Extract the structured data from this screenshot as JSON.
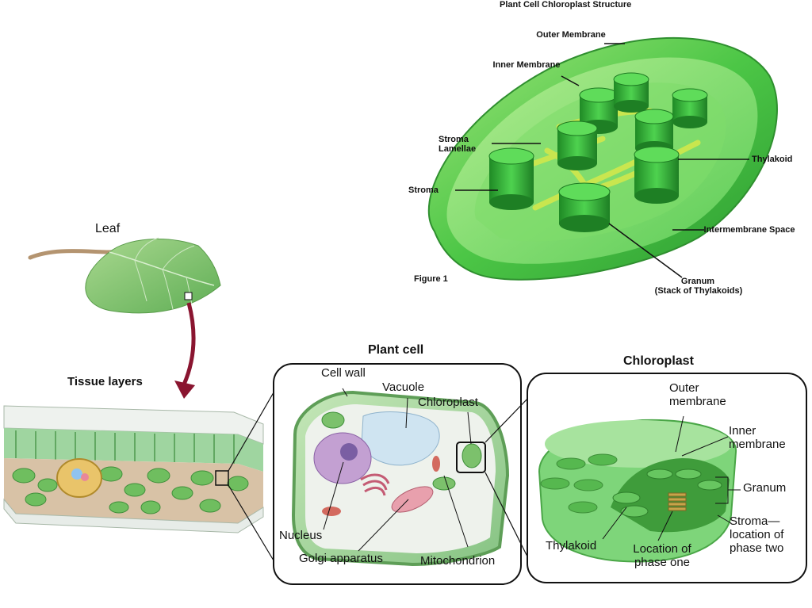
{
  "top_figure": {
    "title": "Plant Cell Chloroplast Structure",
    "figure_label": "Figure 1",
    "labels": {
      "outer_membrane": "Outer Membrane",
      "inner_membrane": "Inner Membrane",
      "stroma_lamellae": "Stroma Lamellae",
      "stroma": "Stroma",
      "thylakoid": "Thylakoid",
      "intermembrane_space": "Intermembrane Space",
      "granum": "Granum",
      "granum_note": "(Stack of Thylakoids)"
    }
  },
  "leaf_panel": {
    "leaf_label": "Leaf",
    "tissue_label": "Tissue layers"
  },
  "cell_panel": {
    "title": "Plant cell",
    "labels": {
      "cell_wall": "Cell wall",
      "vacuole": "Vacuole",
      "chloroplast": "Chloroplast",
      "nucleus": "Nucleus",
      "golgi": "Golgi apparatus",
      "mitochondrion": "Mitochondrion"
    }
  },
  "chloro_panel": {
    "title": "Chloroplast",
    "labels": {
      "outer_membrane": "Outer membrane",
      "inner_membrane": "Inner membrane",
      "granum": "Granum",
      "stroma": "Stroma— location of phase two",
      "thylakoid": "Thylakoid",
      "phase_one": "Location of phase one"
    }
  },
  "colors": {
    "chloroplast_green": "#4cc646",
    "granum_green": "#2f9e32",
    "leaf_green": "#7cc06a",
    "arrow_maroon": "#8a1530",
    "cell_purple": "#b58bc8",
    "golgi_pink": "#d48a9a"
  }
}
